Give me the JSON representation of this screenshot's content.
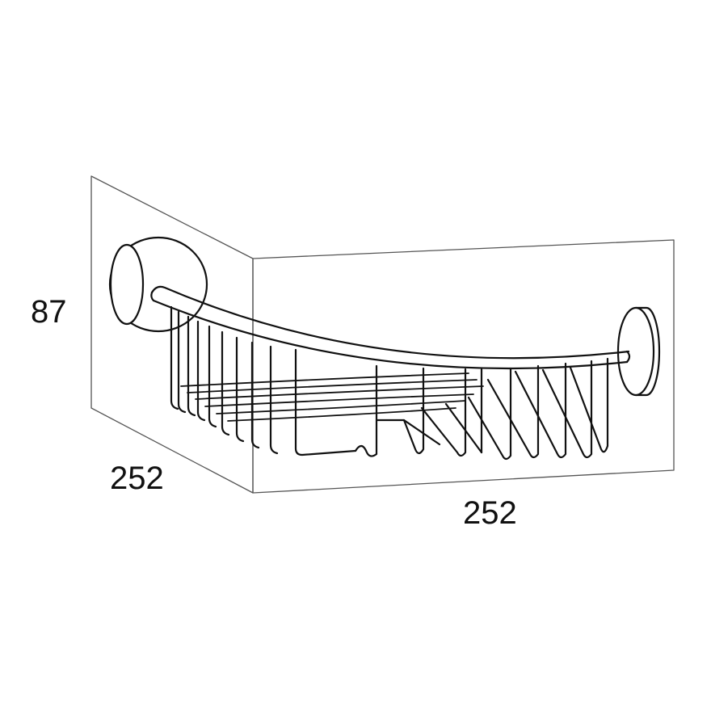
{
  "dimensions": {
    "height": "87",
    "depth": "252",
    "width": "252"
  },
  "colors": {
    "background": "#ffffff",
    "wall_line": "#555555",
    "wire": "#111111"
  }
}
